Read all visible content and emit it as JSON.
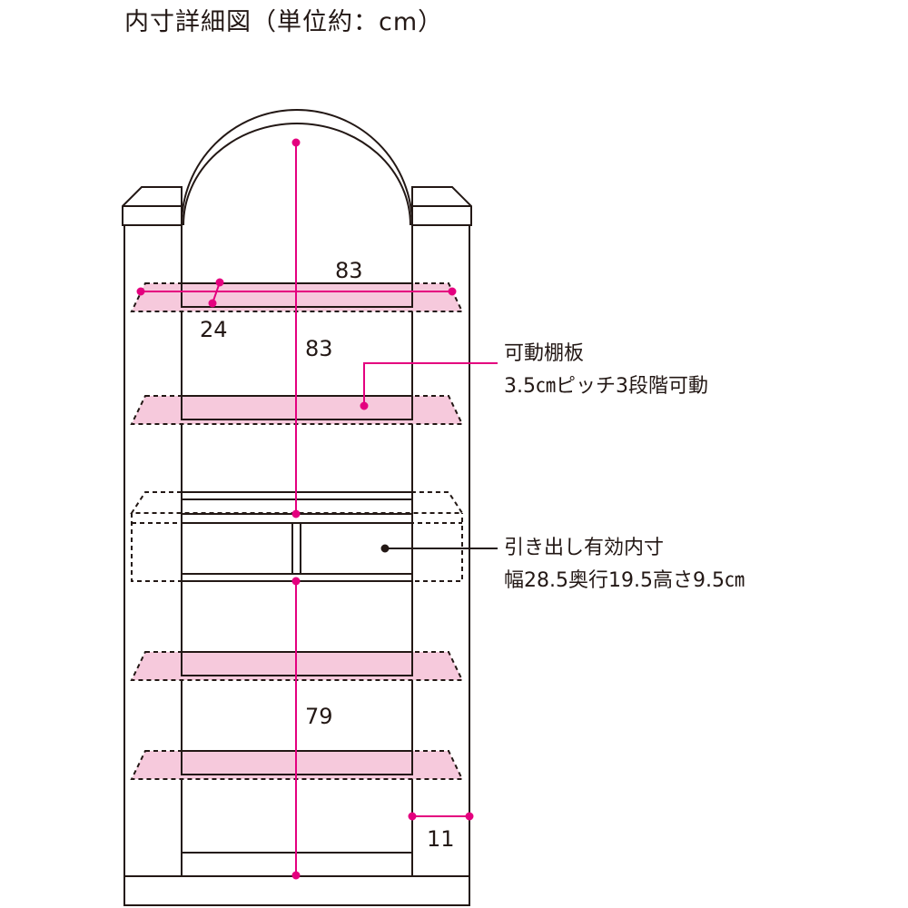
{
  "title": "内寸詳細図（単位約：cm）",
  "dimensions": {
    "shelf_width": "83",
    "shelf_depth": "24",
    "upper_height": "83",
    "lower_height": "79",
    "side_depth": "11"
  },
  "annotations": {
    "shelf_label_line1": "可動棚板",
    "shelf_label_line2": "3.5㎝ピッチ3段階可動",
    "drawer_label_line1": "引き出し有効内寸",
    "drawer_label_line2": "幅28.5奥行19.5高さ9.5㎝"
  },
  "colors": {
    "outline": "#231815",
    "dimension": "#e4007f",
    "shelf_fill": "#f6c9dc"
  }
}
